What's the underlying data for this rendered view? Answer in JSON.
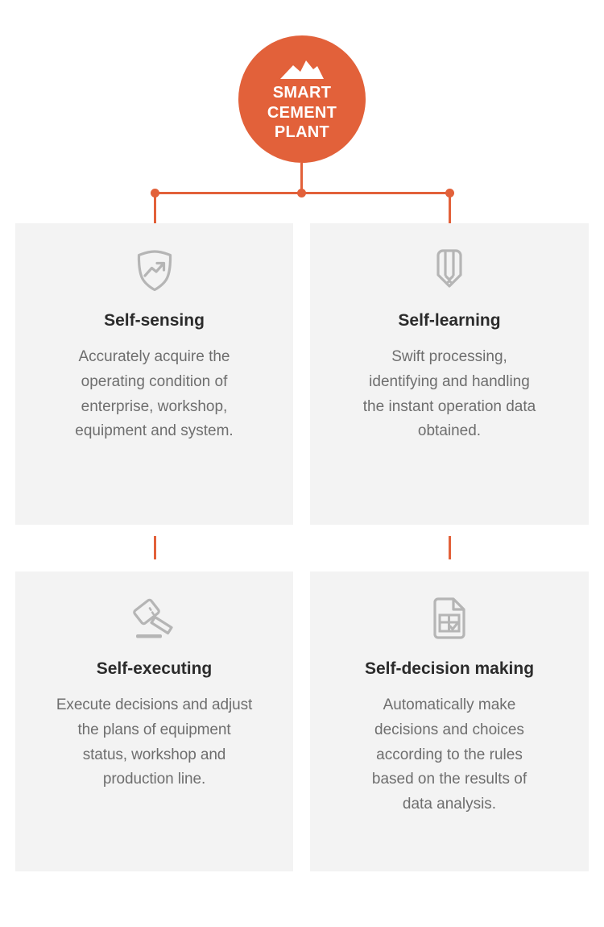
{
  "hub": {
    "logo_icon": "mountain-icon",
    "title": "SMART\nCEMENT\nPLANT",
    "color": "#E2613A"
  },
  "connectors": {
    "color": "#E2613A",
    "dots": [
      "connector-dot-left",
      "connector-dot-center",
      "connector-dot-right"
    ]
  },
  "colors": {
    "accent": "#E2613A",
    "card_background": "#F3F3F3",
    "title_text": "#2B2B2B",
    "body_text": "#6E6E6E",
    "icon": "#B5B5B5",
    "page_background": "#FFFFFF"
  },
  "cards": [
    {
      "id": "self-sensing",
      "icon": "shield-trend-icon",
      "title": "Self-sensing",
      "body": "Accurately acquire the\noperating condition of\nenterprise, workshop,\nequipment and system."
    },
    {
      "id": "self-learning",
      "icon": "pencil-icon",
      "title": "Self-learning",
      "body": "Swift processing,\nidentifying and handling\nthe instant operation data\nobtained."
    },
    {
      "id": "self-executing",
      "icon": "gavel-icon",
      "title": "Self-executing",
      "body": "Execute decisions and adjust\nthe plans of equipment\nstatus, workshop and\nproduction line."
    },
    {
      "id": "self-decision-making",
      "icon": "document-table-check-icon",
      "title": "Self-decision making",
      "body": "Automatically make\ndecisions and choices\naccording to the rules\nbased on the results of\ndata analysis."
    }
  ]
}
